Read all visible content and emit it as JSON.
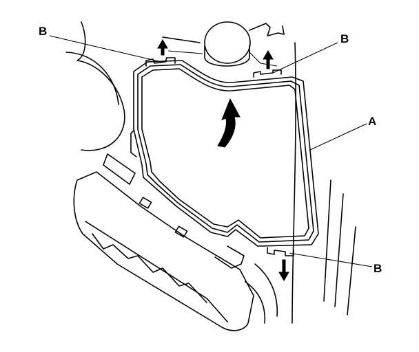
{
  "labels": {
    "a": "A",
    "b_top_left": "B",
    "b_top_right": "B",
    "b_bottom_right": "B"
  },
  "colors": {
    "line": "#000000",
    "background": "#ffffff"
  }
}
